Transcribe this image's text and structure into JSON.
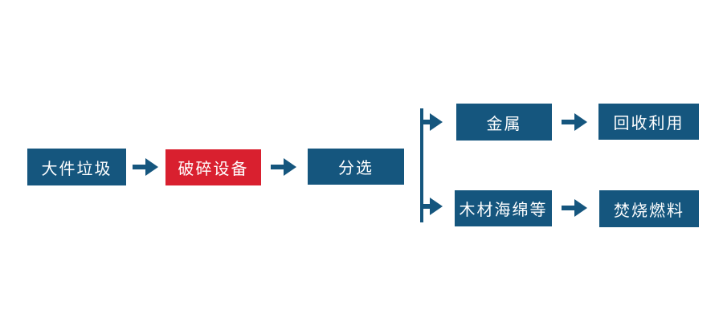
{
  "flowchart": {
    "colors": {
      "node_blue": "#15567E",
      "node_red": "#D9202F",
      "arrow": "#15567E",
      "label_text": "#FFFFFF",
      "background": "#FFFFFF"
    },
    "nodes": {
      "bulky_waste": {
        "label": "大件垃圾"
      },
      "crushing_equipment": {
        "label": "破碎设备"
      },
      "sorting": {
        "label": "分选"
      },
      "metal": {
        "label": "金属"
      },
      "recycling": {
        "label": "回收利用"
      },
      "wood_sponge": {
        "label": "木材海绵等"
      },
      "incineration_fuel": {
        "label": "焚烧燃料"
      }
    },
    "edges": [
      {
        "from": "bulky_waste",
        "to": "crushing_equipment"
      },
      {
        "from": "crushing_equipment",
        "to": "sorting"
      },
      {
        "from": "sorting",
        "to": "metal"
      },
      {
        "from": "sorting",
        "to": "wood_sponge"
      },
      {
        "from": "metal",
        "to": "recycling"
      },
      {
        "from": "wood_sponge",
        "to": "incineration_fuel"
      }
    ],
    "icons": {
      "right_arrow": "right-arrow-icon",
      "branch_line": "branch-connector-line"
    }
  }
}
